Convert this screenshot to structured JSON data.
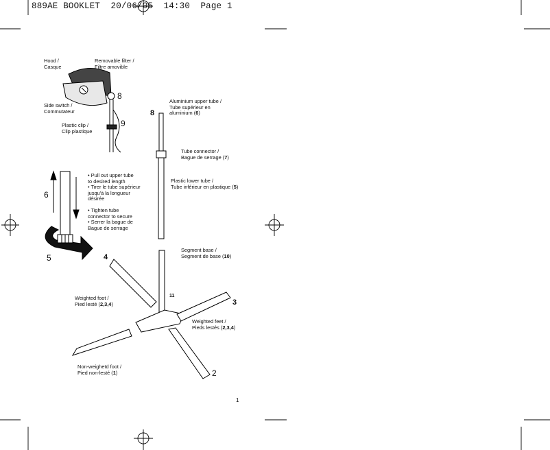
{
  "header": {
    "text": "889AE BOOKLET  20/06/05  14:30  Page 1"
  },
  "labels": {
    "hood": [
      "Hood /",
      "Casque"
    ],
    "removable_filter": [
      "Removable filter /",
      "Filtre amovible"
    ],
    "side_switch": [
      "Side switch /",
      "Commutateur"
    ],
    "plastic_clip": [
      "Plastic clip /",
      "Clip plastique"
    ],
    "upper_tube": [
      "Aluminium upper tube /",
      "Tube supérieur en",
      "aluminium (",
      "6",
      ")"
    ],
    "tube_connector": [
      "Tube connector /",
      "Bague de serrage (",
      "7",
      ")"
    ],
    "lower_tube": [
      "Plastic lower tube /",
      "Tube inférieur en plastique (",
      "5",
      ")"
    ],
    "segment_base": [
      "Segment base /",
      "Segment de base (",
      "10",
      ")"
    ],
    "weighted_foot": [
      "Weighted foot /",
      "Pied lesté (",
      "2,3,4",
      ")"
    ],
    "weighted_feet": [
      "Weighted feet /",
      "Pieds lestés (",
      "2,3,4",
      ")"
    ],
    "non_weighted_foot": [
      "Non-weighetd foot /",
      "Pied non-lesté (",
      "1",
      ")"
    ]
  },
  "instructions": [
    [
      "• Pull out upper tube",
      "  to desired length"
    ],
    [
      "• Tirer le tube supérieur",
      "  jusqu'à la longueur",
      "  désirée"
    ],
    [
      "• Tighten tube",
      "  connector to secure"
    ],
    [
      "• Serrer la bague de",
      "  Bague de serrage"
    ]
  ],
  "numbers": {
    "n8_hood": "8",
    "n9": "9",
    "n8_tube": "8",
    "n6": "6",
    "n5": "5",
    "n4": "4",
    "n3": "3",
    "n2": "2",
    "n11": "11"
  },
  "page_number": "1"
}
